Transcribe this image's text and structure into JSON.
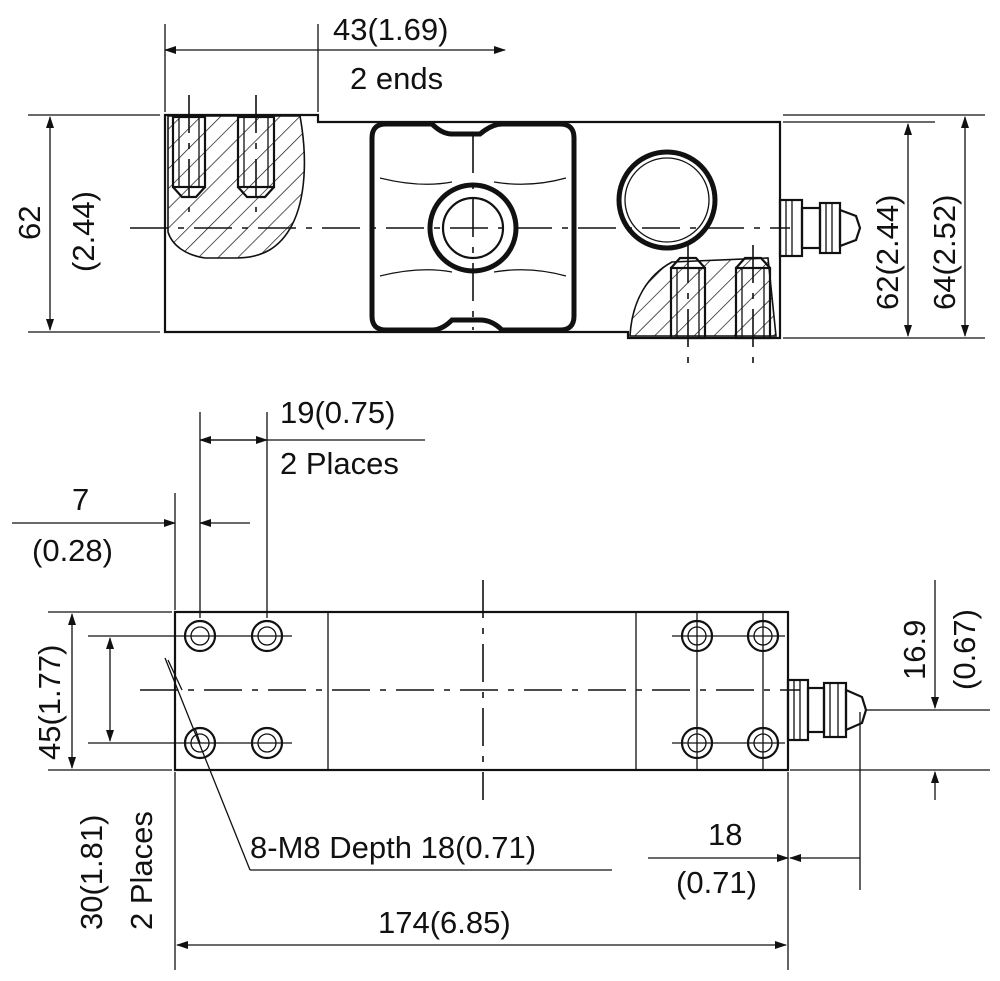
{
  "labels": {
    "top_end_dim": "43(1.69)",
    "top_end_note": "2 ends",
    "height_mm": "62",
    "height_in": "(2.44)",
    "right_h1": "62(2.44)",
    "right_h2": "64(2.52)",
    "hole_pitch": "19(0.75)",
    "hole_pitch_note": "2 Places",
    "edge_mm": "7",
    "edge_in": "(0.28)",
    "width_mm": "45(1.77)",
    "cable_offset_mm": "16.9",
    "cable_offset_in": "(0.67)",
    "row_spacing": "30(1.81)",
    "row_spacing_note": "2 Places",
    "thread_note": "8-M8 Depth 18(0.71)",
    "cable_len_mm": "18",
    "cable_len_in": "(0.71)",
    "total_length": "174(6.85)"
  }
}
